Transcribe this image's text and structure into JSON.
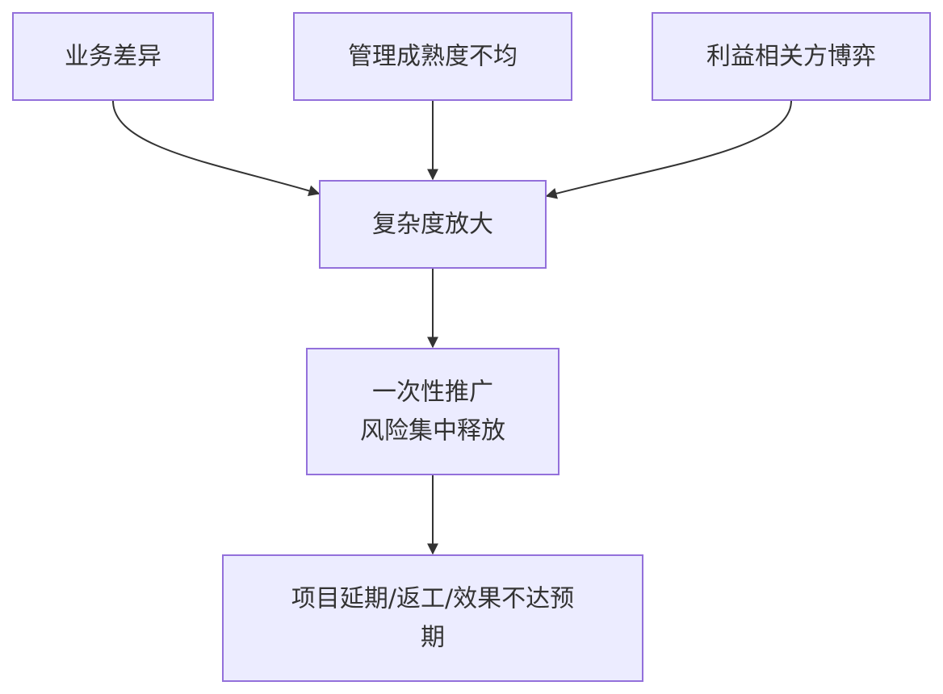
{
  "diagram": {
    "nodes": {
      "business_diff": {
        "lines": [
          "业务差异"
        ]
      },
      "mgmt_maturity": {
        "lines": [
          "管理成熟度不均"
        ]
      },
      "stakeholder_game": {
        "lines": [
          "利益相关方博弈"
        ]
      },
      "complexity": {
        "lines": [
          "复杂度放大"
        ]
      },
      "one_time_rollout": {
        "lines": [
          "一次性推广",
          "风险集中释放"
        ]
      },
      "outcome": {
        "lines": [
          "项目延期/返工/效果不达预",
          "期"
        ]
      }
    },
    "edges": [
      {
        "from": "business_diff",
        "to": "complexity"
      },
      {
        "from": "mgmt_maturity",
        "to": "complexity"
      },
      {
        "from": "stakeholder_game",
        "to": "complexity"
      },
      {
        "from": "complexity",
        "to": "one_time_rollout"
      },
      {
        "from": "one_time_rollout",
        "to": "outcome"
      }
    ],
    "colors": {
      "node_fill": "#ECECFF",
      "node_stroke": "#9370DB",
      "edge": "#333333",
      "text": "#333333"
    }
  }
}
